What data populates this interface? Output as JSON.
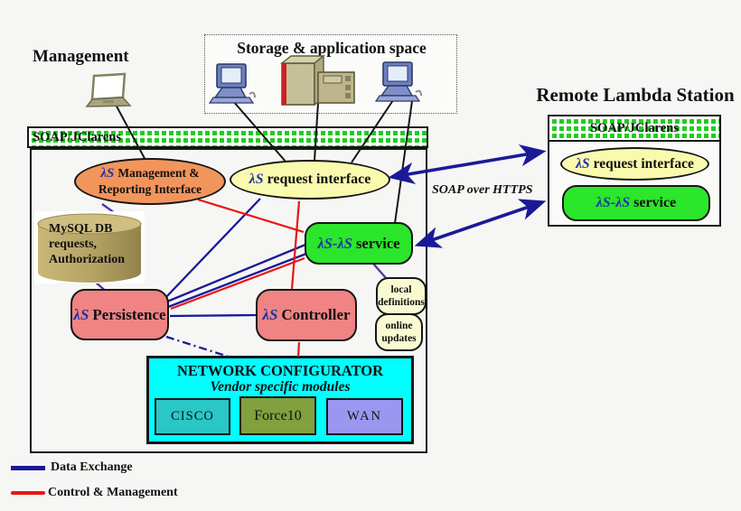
{
  "colors": {
    "c-data": "#1A1A99",
    "c-control": "#E81515",
    "c-purple": "#5630A8",
    "c-orange": "#F2955C",
    "c-yellow": "#FAFAAE",
    "c-green": "#2BE62B",
    "c-pink": "#F08383",
    "c-cyan": "#00FFFF",
    "c-teal": "#2BC6C6",
    "c-olive": "#81A03E",
    "c-wan": "#9B96F0",
    "c-cream": "#FAFAD2",
    "c-lambda": "#1C35A8"
  },
  "management": {
    "label": "Management"
  },
  "storage": {
    "title": "Storage & application space"
  },
  "station": {
    "banner": "SOAP/JClarens",
    "mgmt_interface": {
      "lambda": "λS",
      "line1_rest": "Management &",
      "line2": "Reporting Interface"
    },
    "request_interface": {
      "lambda": "λS",
      "label": "request interface"
    },
    "service": {
      "lambda": "λS-λS",
      "label": "service"
    },
    "mysql": {
      "line1": "MySQL DB",
      "line2": "requests,",
      "line3": "Authorization"
    },
    "persistence": {
      "lambda": "λS",
      "label": "Persistence"
    },
    "controller": {
      "lambda": "λS",
      "label": "Controller"
    },
    "local_definitions": {
      "line1": "local",
      "line2": "definitions"
    },
    "online_updates": {
      "line1": "online",
      "line2": "updates"
    }
  },
  "network_configurator": {
    "title": "NETWORK CONFIGURATOR",
    "subtitle": "Vendor specific modules",
    "modules": [
      "CISCO",
      "Force10",
      "WAN"
    ]
  },
  "remote": {
    "title": "Remote Lambda Station",
    "banner": "SOAP/JClarens",
    "request_interface": {
      "lambda": "λS",
      "label": "request interface"
    },
    "service": {
      "lambda": "λS-λS",
      "label": "service"
    }
  },
  "connection": {
    "label": "SOAP over HTTPS"
  },
  "legend": {
    "data_exchange": "Data Exchange",
    "control_management": "Control & Management"
  }
}
